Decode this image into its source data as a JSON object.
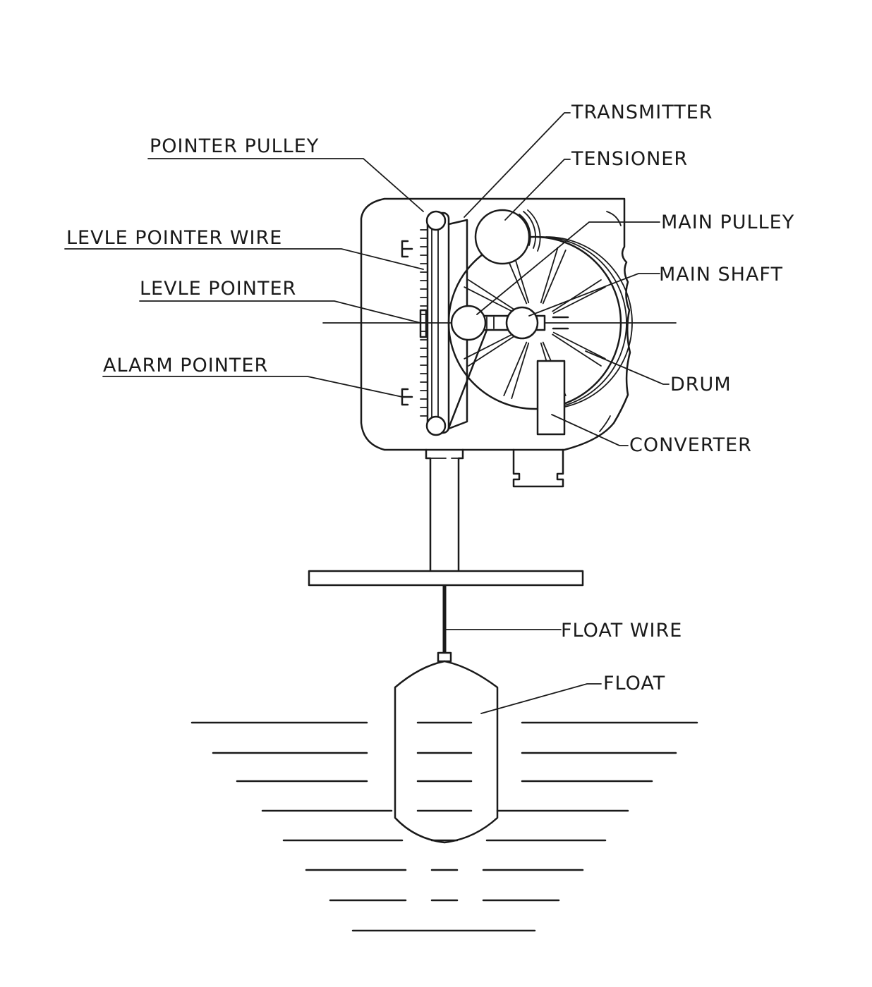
{
  "labels": {
    "transmitter": "TRANSMITTER",
    "tensioner": "TENSIONER",
    "pointer_pulley": "POINTER PULLEY",
    "main_pulley": "MAIN PULLEY",
    "level_pointer_wire": "LEVLE POINTER WIRE",
    "main_shaft": "MAIN SHAFT",
    "level_pointer": "LEVLE POINTER",
    "drum": "DRUM",
    "alarm_pointer": "ALARM POINTER",
    "converter": "CONVERTER",
    "float_wire": "FLOAT WIRE",
    "float": "FLOAT"
  }
}
